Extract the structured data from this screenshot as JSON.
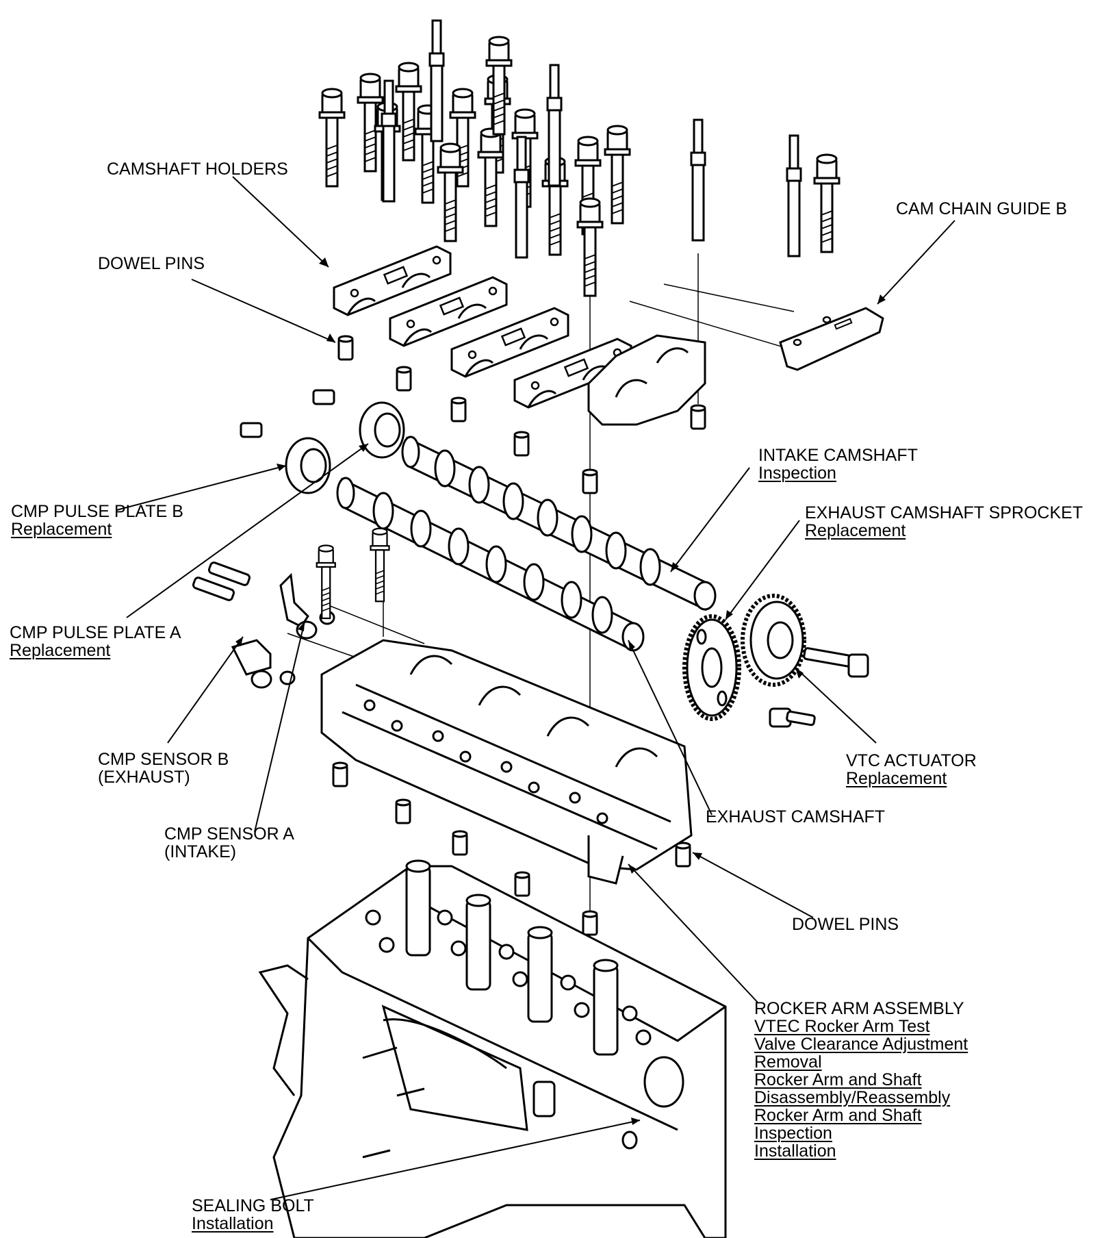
{
  "figure": {
    "background": "#ffffff",
    "line_color": "#000000"
  },
  "labels": {
    "camshaft_holders": {
      "title": "CAMSHAFT HOLDERS"
    },
    "cam_chain_guide_b": {
      "title": "CAM CHAIN GUIDE B"
    },
    "dowel_pins_upper": {
      "title": "DOWEL PINS"
    },
    "intake_camshaft": {
      "title": "INTAKE CAMSHAFT",
      "links": [
        "Inspection"
      ]
    },
    "exhaust_camshaft_sprocket": {
      "title": "EXHAUST CAMSHAFT SPROCKET",
      "links": [
        "Replacement"
      ]
    },
    "cmp_pulse_plate_b": {
      "title": "CMP PULSE PLATE B",
      "links": [
        "Replacement"
      ]
    },
    "cmp_pulse_plate_a": {
      "title": "CMP PULSE PLATE A",
      "links": [
        "Replacement"
      ]
    },
    "cmp_sensor_b": {
      "title": "CMP SENSOR B",
      "subtitle": "(EXHAUST)"
    },
    "cmp_sensor_a": {
      "title": "CMP SENSOR A",
      "subtitle": "(INTAKE)"
    },
    "vtc_actuator": {
      "title": "VTC ACTUATOR",
      "links": [
        "Replacement"
      ]
    },
    "exhaust_camshaft": {
      "title": "EXHAUST CAMSHAFT"
    },
    "dowel_pins_lower": {
      "title": "DOWEL PINS"
    },
    "rocker_arm_assembly": {
      "title": "ROCKER ARM ASSEMBLY",
      "links": [
        "VTEC Rocker Arm Test",
        "Valve Clearance Adjustment",
        "Removal",
        "Rocker Arm and Shaft",
        "Disassembly/Reassembly",
        "Rocker Arm and Shaft",
        "Inspection",
        "Installation"
      ]
    },
    "sealing_bolt": {
      "title": "SEALING BOLT",
      "links": [
        "Installation"
      ]
    }
  }
}
